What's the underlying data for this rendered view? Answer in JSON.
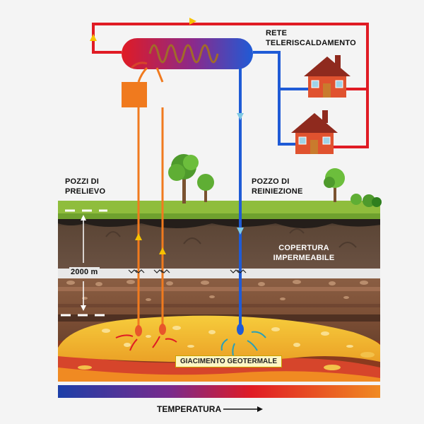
{
  "labels": {
    "district_heating_line1": "RETE",
    "district_heating_line2": "TELERISCALDAMENTO",
    "production_wells_line1": "POZZI DI",
    "production_wells_line2": "PRELIEVO",
    "reinjection_well_line1": "POZZO DI",
    "reinjection_well_line2": "REINIEZIONE",
    "depth": "2000 m",
    "caprock_line1": "COPERTURA",
    "caprock_line2": "IMPERMEABILE",
    "reservoir": "GIACIMENTO GEOTERMALE",
    "temperature": "TEMPERATURA"
  },
  "colors": {
    "hot_pipe": "#e01b24",
    "cold_pipe": "#1f5bd6",
    "production_pipe": "#f07a1e",
    "reservoir": "#f2bb30",
    "temperature_cold": "#1c3fa8",
    "temperature_hot": "#f08a22"
  },
  "icons": {
    "heat_exchanger": "heat-exchanger-icon",
    "pump": "pump-box-icon",
    "house": "house-icon",
    "tree": "tree-icon",
    "flow_arrow": "flow-arrow-icon"
  }
}
